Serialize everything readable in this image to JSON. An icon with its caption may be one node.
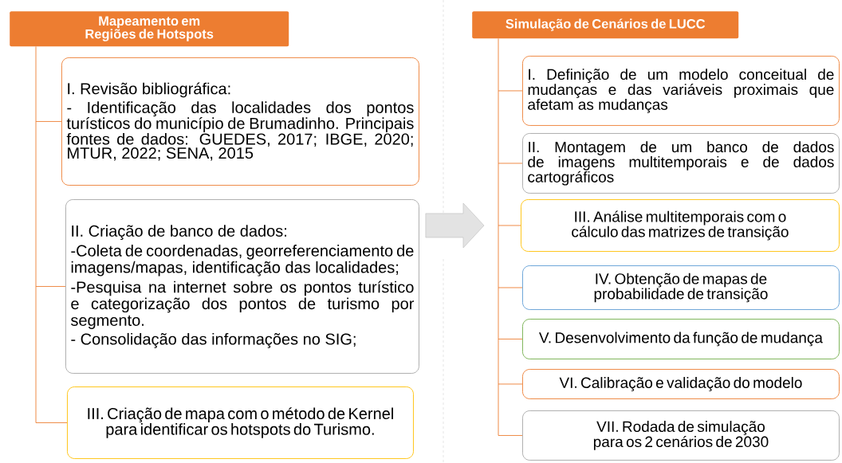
{
  "diagram": {
    "nodes": [
      {
        "text": [
          "Mapeamento em Regiões de Hotspots"
        ]
      },
      {
        "text": [
          "I. Revisão bibliográfica:",
          "- Identificação das localidades dos pontos turísticos do município de Brumadinho. Principais fontes de dados: GUEDES, 2017; IBGE, 2020; MTUR, 2022; SENA, 2015"
        ]
      },
      {
        "text": [
          "II. Criação de banco de dados:",
          "-Coleta de coordenadas, georreferenciamento de imagens/mapas, identificação das localidades;",
          "-Pesquisa na internet sobre os pontos turístico e categorização dos pontos de turismo por segmento.",
          "- Consolidação das informações no SIG;"
        ]
      },
      {
        "text": [
          "III. Criação de mapa com o método de Kernel para identificar os hotspots do Turismo."
        ]
      },
      {
        "text": [
          "Simulação de Cenários de LUCC"
        ]
      },
      {
        "text": [
          "I. Definição de um modelo conceitual de mudanças e das variáveis proximais que afetam as mudanças"
        ]
      },
      {
        "text": [
          "II. Montagem de um banco de dados de imagens multitemporais e de dados cartográficos"
        ]
      },
      {
        "text": [
          "III. Análise multitemporais com o cálculo das matrizes de transição"
        ]
      },
      {
        "text": [
          "IV. Obtenção de mapas de probabilidade de transição"
        ]
      },
      {
        "text": [
          "V. Desenvolvimento da função de mudança"
        ]
      },
      {
        "text": [
          "VI. Calibração e validação do modelo"
        ]
      },
      {
        "text": [
          "VII. Rodada de simulação para os 2 cenários de 2030"
        ]
      }
    ],
    "edges": [
      {
        "from": 0,
        "to": 1,
        "arrow": "none"
      },
      {
        "from": 0,
        "to": 2,
        "arrow": "none"
      },
      {
        "from": 0,
        "to": 3,
        "arrow": "none"
      },
      {
        "from": 2,
        "to": 7,
        "arrow": "to",
        "style": "thick",
        "color": "#e3e3e3"
      },
      {
        "from": 4,
        "to": 5,
        "arrow": "none"
      },
      {
        "from": 4,
        "to": 6,
        "arrow": "none"
      },
      {
        "from": 4,
        "to": 7,
        "arrow": "none"
      },
      {
        "from": 4,
        "to": 8,
        "arrow": "none"
      },
      {
        "from": 4,
        "to": 9,
        "arrow": "none"
      },
      {
        "from": 4,
        "to": 10,
        "arrow": "none"
      },
      {
        "from": 4,
        "to": 11,
        "arrow": "none"
      }
    ]
  }
}
